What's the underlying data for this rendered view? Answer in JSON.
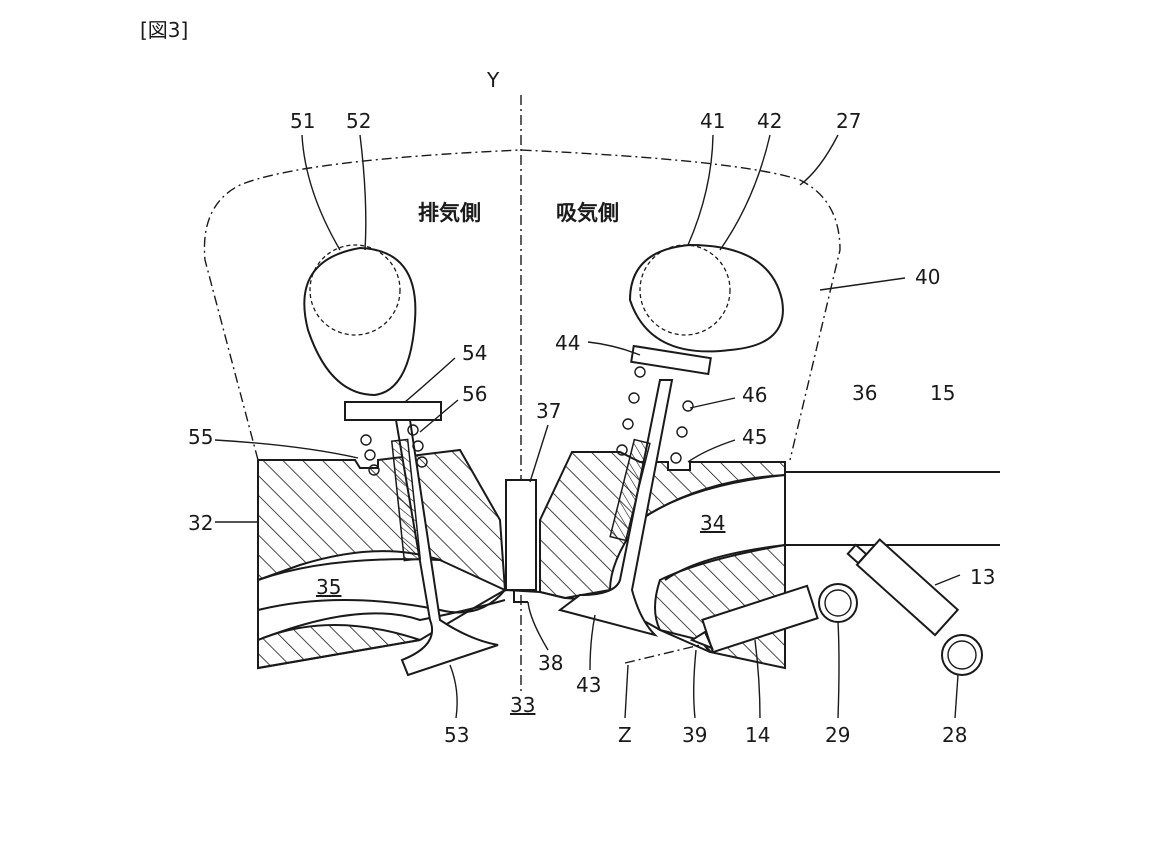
{
  "figure_label": "[図3]",
  "side_labels": {
    "exhaust": "排気側",
    "intake": "吸気側"
  },
  "axis_labels": {
    "y": "Y",
    "z": "Z"
  },
  "refs": {
    "r51": "51",
    "r52": "52",
    "r41": "41",
    "r42": "42",
    "r27": "27",
    "r40": "40",
    "r54": "54",
    "r56": "56",
    "r55": "55",
    "r44": "44",
    "r46": "46",
    "r45": "45",
    "r37": "37",
    "r36": "36",
    "r15": "15",
    "r32": "32",
    "r34": "34",
    "r35": "35",
    "r13": "13",
    "r38": "38",
    "r43": "43",
    "r33": "33",
    "r53": "53",
    "r39": "39",
    "r14": "14",
    "r29": "29",
    "r28": "28"
  }
}
